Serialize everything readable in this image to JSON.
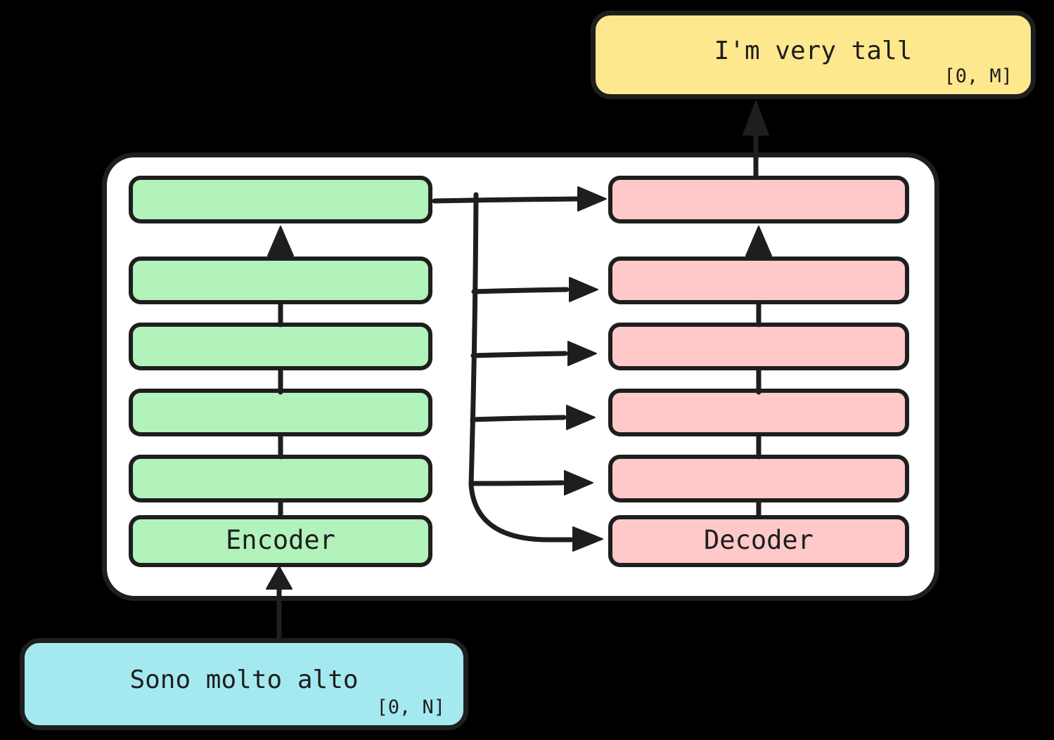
{
  "colors": {
    "background": "#000000",
    "stroke": "#1e1e1e",
    "container-bg": "#ffffff",
    "encoder-fill": "#b2f2bb",
    "decoder-fill": "#ffc9c9",
    "output-fill": "#fde88e",
    "input-fill": "#a5e9f0"
  },
  "output_box": {
    "text": "I'm very tall",
    "range": "[0, M]"
  },
  "input_box": {
    "text": "Sono molto alto",
    "range": "[0, N]"
  },
  "encoder": {
    "label": "Encoder",
    "num_blocks": 6
  },
  "decoder": {
    "label": "Decoder",
    "num_blocks": 6
  }
}
